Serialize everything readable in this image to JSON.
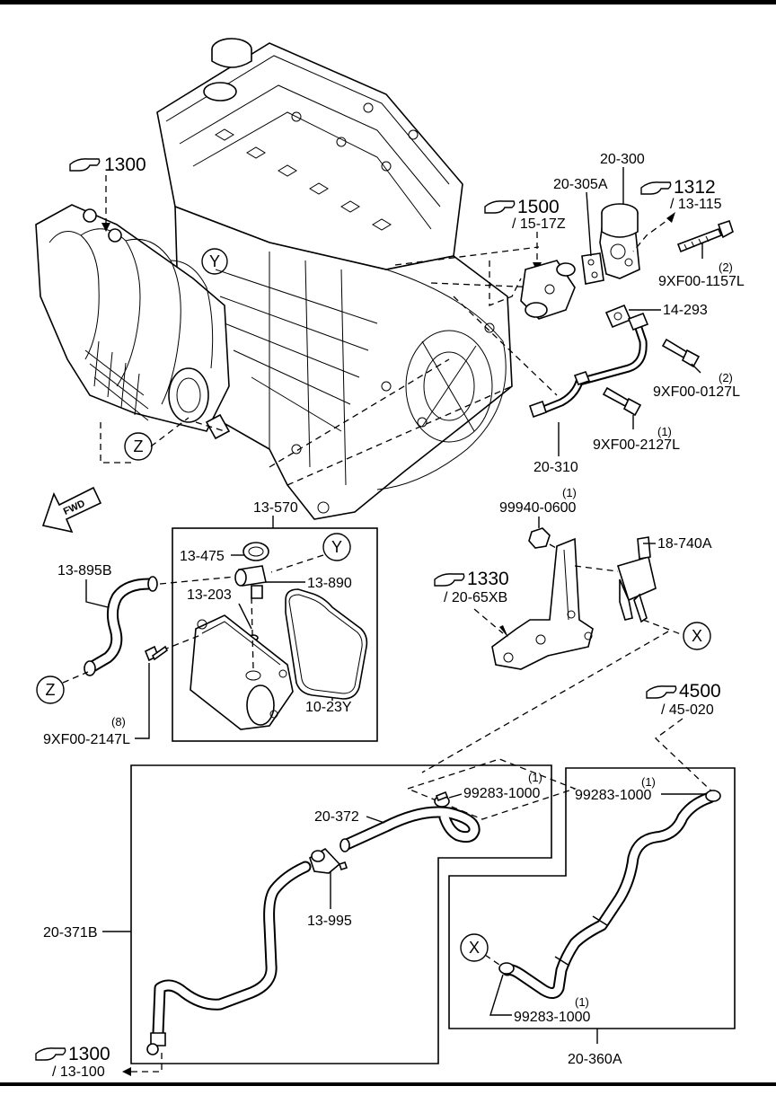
{
  "refs": {
    "r1300_top": {
      "num": "1300",
      "sub": ""
    },
    "r1500": {
      "num": "1500",
      "sub": "/ 15-17Z"
    },
    "r1312": {
      "num": "1312",
      "sub": "/ 13-115"
    },
    "r1330": {
      "num": "1330",
      "sub": "/ 20-65XB"
    },
    "r4500": {
      "num": "4500",
      "sub": "/ 45-020"
    },
    "r1300_bottom": {
      "num": "1300",
      "sub": "/ 13-100"
    }
  },
  "parts": {
    "p20_300": "20-300",
    "p20_305A": "20-305A",
    "p14_293": "14-293",
    "p9xf00_1157L": {
      "code": "9XF00-1157L",
      "qty": "(2)"
    },
    "p9xf00_0127L": {
      "code": "9XF00-0127L",
      "qty": "(2)"
    },
    "p9xf00_2127L": {
      "code": "9XF00-2127L",
      "qty": "(1)"
    },
    "p20_310": "20-310",
    "p13_570": "13-570",
    "p13_475": "13-475",
    "p13_890": "13-890",
    "p13_203": "13-203",
    "p13_895B": "13-895B",
    "p10_23Y": "10-23Y",
    "p9xf00_2147L": {
      "code": "9XF00-2147L",
      "qty": "(8)"
    },
    "p99940_0600": {
      "code": "99940-0600",
      "qty": "(1)"
    },
    "p18_740A": "18-740A",
    "p20_372": "20-372",
    "p99283_a": {
      "code": "99283-1000",
      "qty": "(1)"
    },
    "p99283_b": {
      "code": "99283-1000",
      "qty": "(1)"
    },
    "p99283_c": {
      "code": "99283-1000",
      "qty": "(1)"
    },
    "p13_995": "13-995",
    "p20_371B": "20-371B",
    "p20_360A": "20-360A"
  },
  "callouts": {
    "y_engine": "Y",
    "z_engine": "Z",
    "y_box": "Y",
    "z_hose": "Z",
    "x_bracket": "X",
    "x_hose": "X"
  },
  "fwd_label": "FWD",
  "ref_icon": "pointing-hand-icon"
}
